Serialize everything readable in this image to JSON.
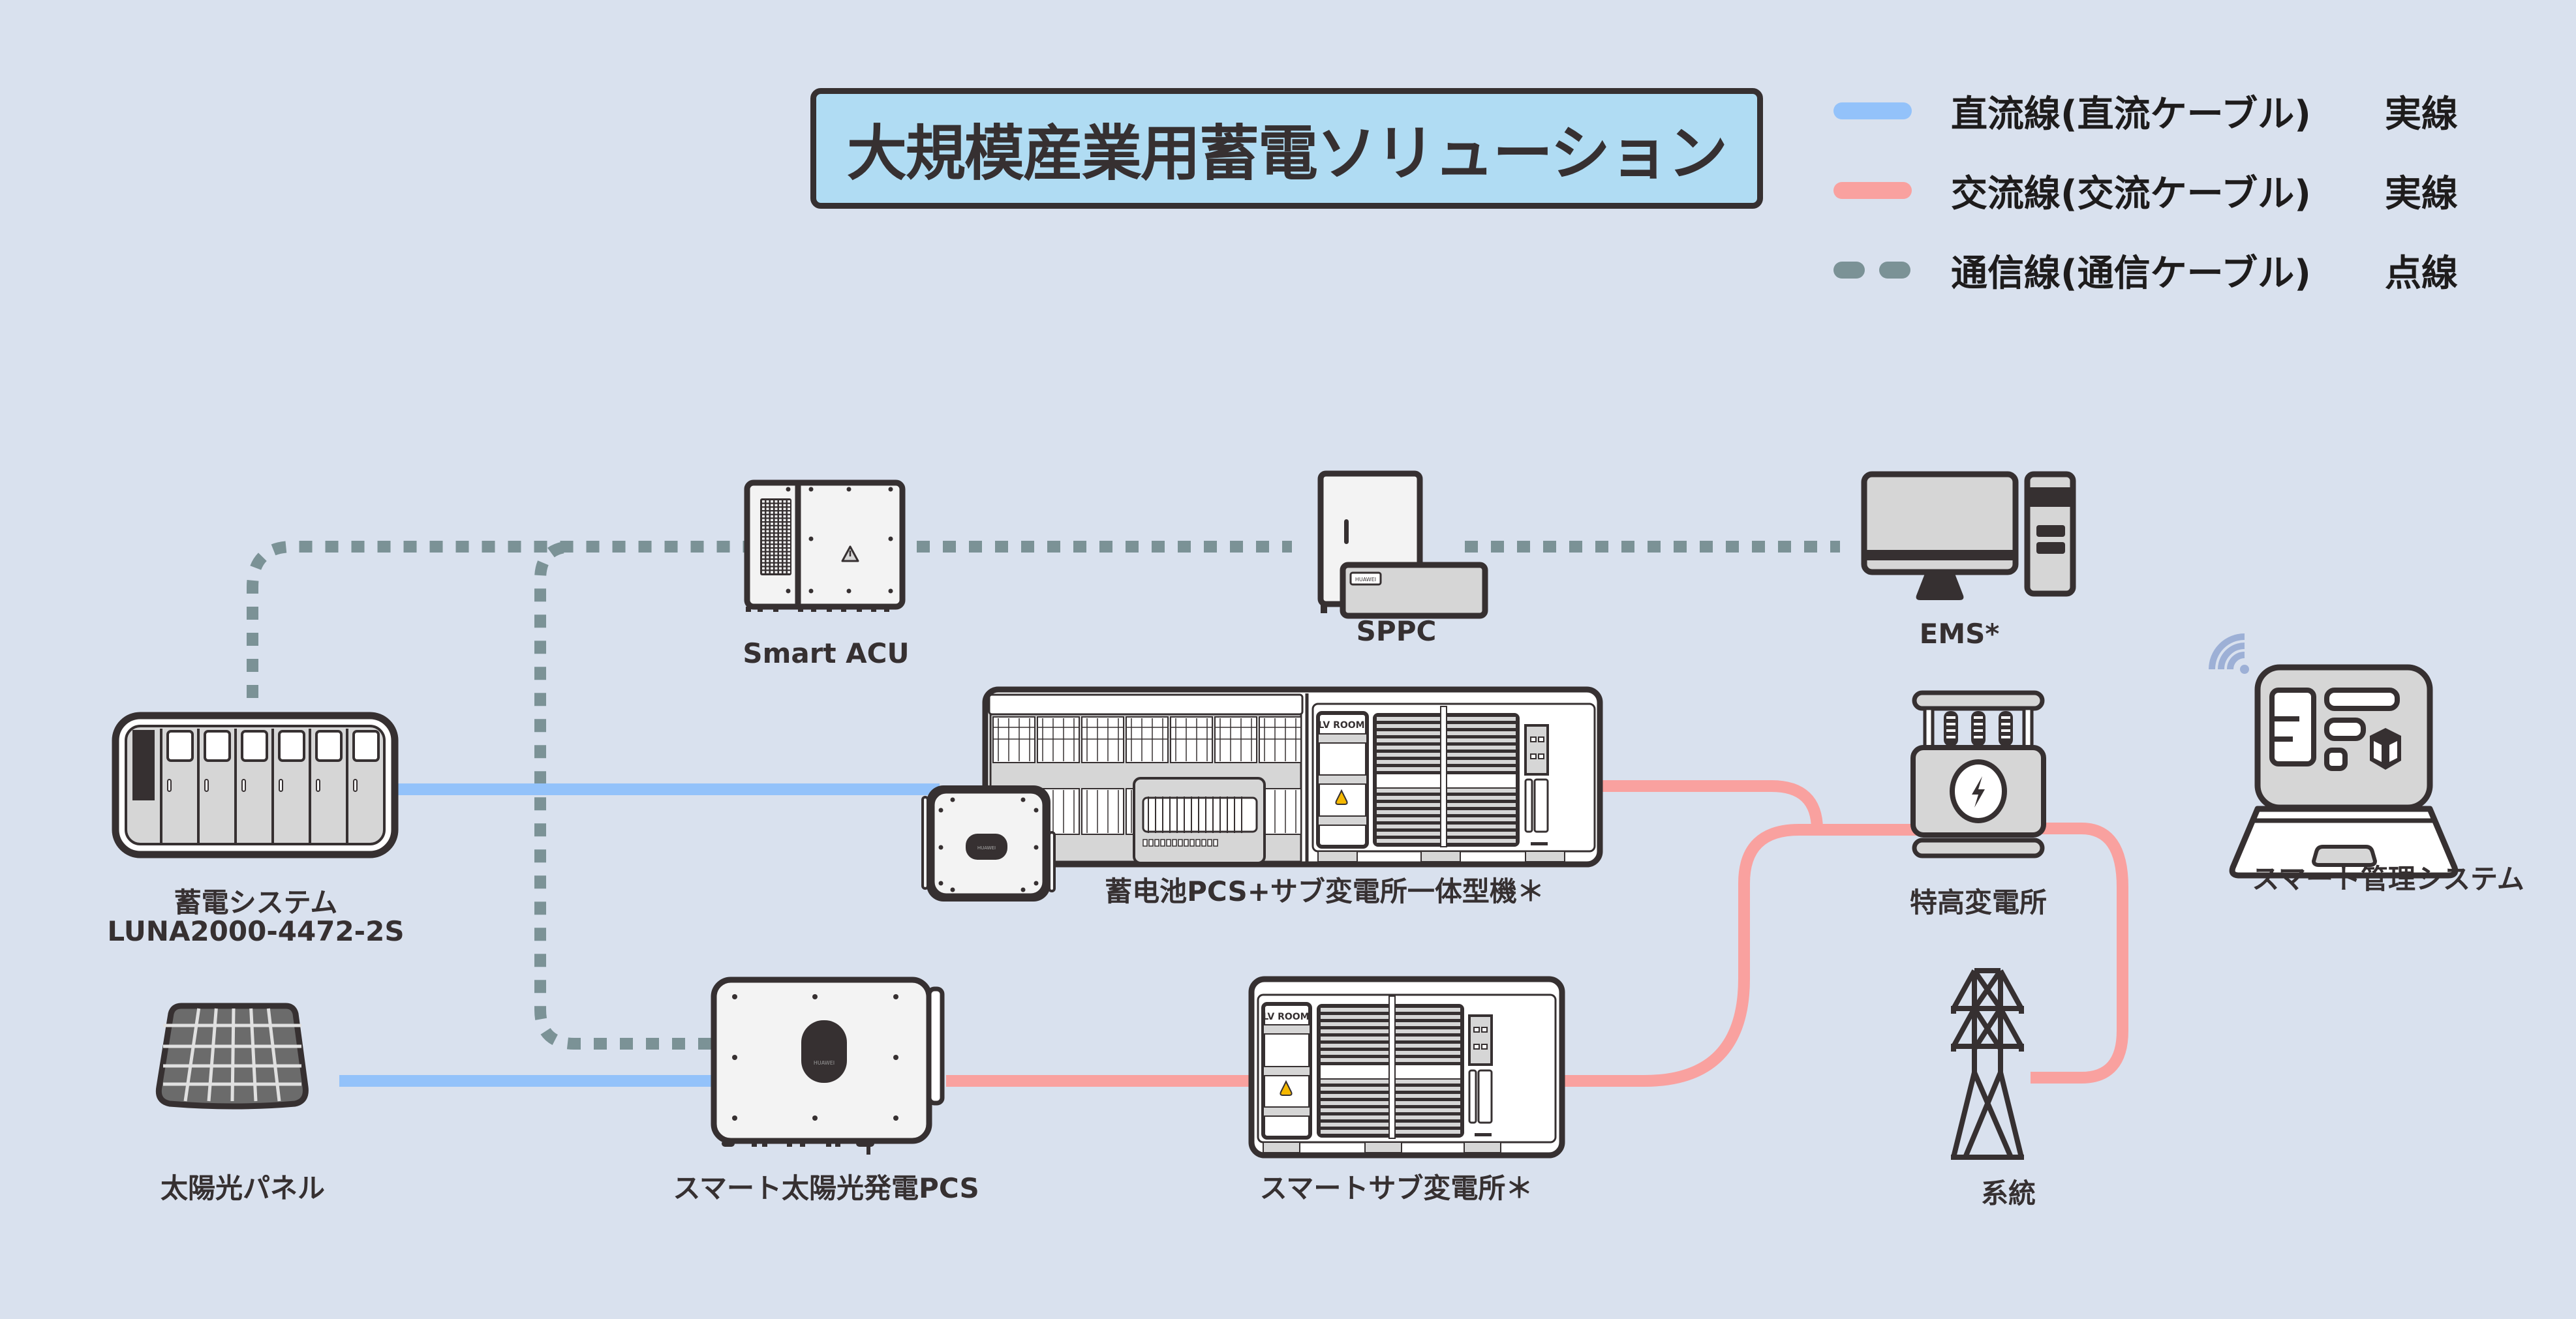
{
  "title": "大規模産業用蓄電ソリューション",
  "legend": [
    {
      "label": "直流線(直流ケーブル)",
      "style": "実線",
      "color": "#93c2fa",
      "line": "solid"
    },
    {
      "label": "交流線(交流ケーブル)",
      "style": "実線",
      "color": "#f9a19f",
      "line": "solid"
    },
    {
      "label": "通信線(通信ケーブル)",
      "style": "点線",
      "color": "#7b9296",
      "line": "dashed"
    }
  ],
  "colors": {
    "background": "#d9e1ee",
    "outline": "#363031",
    "title_fill": "#b0dcf3",
    "dc": "#93c2fa",
    "ac": "#f9a19f",
    "comm": "#7b9296",
    "wifi": "#9db0d6",
    "warning": "#f5b800"
  },
  "devices": [
    {
      "id": "storage",
      "label": "蓄電システム",
      "sublabel": "LUNA2000-4472-2S",
      "icon": "battery-cabinet-icon"
    },
    {
      "id": "smart-acu",
      "label": "Smart ACU",
      "icon": "acu-cabinet-icon"
    },
    {
      "id": "sppc",
      "label": "SPPC",
      "icon": "sppc-controller-icon"
    },
    {
      "id": "ems",
      "label": "EMS*",
      "icon": "desktop-computer-icon"
    },
    {
      "id": "pcs-substation",
      "label": "蓄电池PCS+サブ変電所一体型機＊",
      "icon": "pcs-substation-unit-icon"
    },
    {
      "id": "hv-substation",
      "label": "特高変電所",
      "icon": "transformer-icon"
    },
    {
      "id": "smart-mgmt",
      "label": "スマート管理システム",
      "icon": "laptop-icon"
    },
    {
      "id": "pv-panel",
      "label": "太陽光パネル",
      "icon": "solar-panel-icon"
    },
    {
      "id": "pv-pcs",
      "label": "スマート太陽光発電PCS",
      "icon": "inverter-icon"
    },
    {
      "id": "smart-substation",
      "label": "スマートサブ変電所＊",
      "icon": "substation-icon"
    },
    {
      "id": "grid",
      "label": "系統",
      "icon": "transmission-tower-icon"
    }
  ],
  "equipment_text": {
    "lv_room": "LV ROOM",
    "brand": "HUAWEI"
  },
  "connections": [
    {
      "from": "storage",
      "to": "pcs-substation",
      "type": "dc"
    },
    {
      "from": "pv-panel",
      "to": "pv-pcs",
      "type": "dc"
    },
    {
      "from": "pv-pcs",
      "to": "smart-substation",
      "type": "ac"
    },
    {
      "from": "pcs-substation",
      "to": "hv-substation",
      "type": "ac"
    },
    {
      "from": "smart-substation",
      "to": "hv-substation",
      "type": "ac"
    },
    {
      "from": "hv-substation",
      "to": "grid",
      "type": "ac"
    },
    {
      "from": "storage",
      "to": "smart-acu",
      "type": "comm"
    },
    {
      "from": "pv-pcs",
      "to": "smart-acu",
      "type": "comm"
    },
    {
      "from": "smart-acu",
      "to": "sppc",
      "type": "comm"
    },
    {
      "from": "sppc",
      "to": "ems",
      "type": "comm"
    }
  ]
}
